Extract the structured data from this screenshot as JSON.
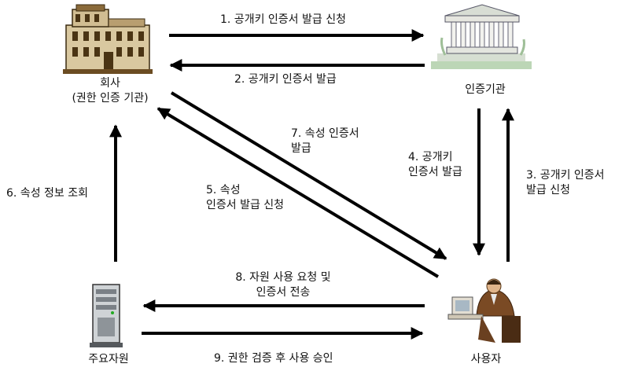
{
  "nodes": {
    "company": {
      "name": "회사",
      "sub": "(권한 인증 기관)"
    },
    "ca": {
      "name": "인증기관"
    },
    "resource": {
      "name": "주요자원"
    },
    "user": {
      "name": "사용자"
    }
  },
  "flows": {
    "f1": {
      "text": "1. 공개키 인증서 발급 신청"
    },
    "f2": {
      "text": "2. 공개키 인증서 발급"
    },
    "f3": {
      "line1": "3. 공개키 인증서",
      "line2": "발급 신청"
    },
    "f4": {
      "line1": "4. 공개키",
      "line2": "인증서 발급"
    },
    "f5": {
      "line1": "5. 속성",
      "line2": "인증서 발급 신청"
    },
    "f6": {
      "text": "6. 속성 정보 조회"
    },
    "f7": {
      "line1": "7. 속성 인증서",
      "line2": "발급"
    },
    "f8": {
      "line1": "8. 자원 사용 요청 및",
      "line2": "인증서 전송"
    },
    "f9": {
      "text": "9. 권한 검증 후 사용 승인"
    }
  }
}
